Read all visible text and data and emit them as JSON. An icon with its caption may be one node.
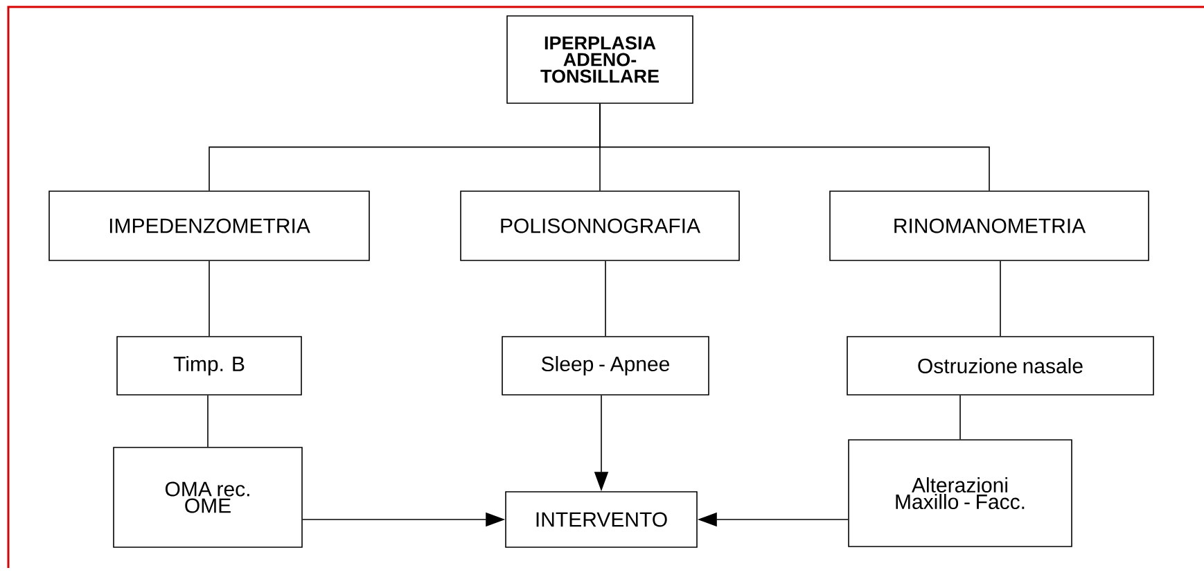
{
  "diagram": {
    "nodes": [
      {
        "text": [
          "IPERPLASIA ADENO-TONSILLARE"
        ]
      },
      {
        "text": [
          "IMPEDENZOMETRIA"
        ]
      },
      {
        "text": [
          "POLISONNOGRAFIA"
        ]
      },
      {
        "text": [
          "RINOMANOMETRIA"
        ]
      },
      {
        "text": [
          "Timp. B"
        ]
      },
      {
        "text": [
          "Sleep - Apnee"
        ]
      },
      {
        "text": [
          "Ostruzione nasale"
        ]
      },
      {
        "text": [
          "OMA rec. OME"
        ]
      },
      {
        "text": [
          "INTERVENTO"
        ]
      },
      {
        "text": [
          "Alterazioni Maxillo - Facc."
        ]
      }
    ],
    "edges": [
      {
        "from": 0,
        "to": 1,
        "arrow": "none"
      },
      {
        "from": 0,
        "to": 2,
        "arrow": "none"
      },
      {
        "from": 0,
        "to": 3,
        "arrow": "none"
      },
      {
        "from": 1,
        "to": 4,
        "arrow": "none"
      },
      {
        "from": 2,
        "to": 5,
        "arrow": "none"
      },
      {
        "from": 3,
        "to": 6,
        "arrow": "none"
      },
      {
        "from": 4,
        "to": 7,
        "arrow": "none"
      },
      {
        "from": 5,
        "to": 8,
        "arrow": "to"
      },
      {
        "from": 6,
        "to": 9,
        "arrow": "none"
      },
      {
        "from": 7,
        "to": 8,
        "arrow": "to"
      },
      {
        "from": 9,
        "to": 8,
        "arrow": "to"
      }
    ]
  }
}
